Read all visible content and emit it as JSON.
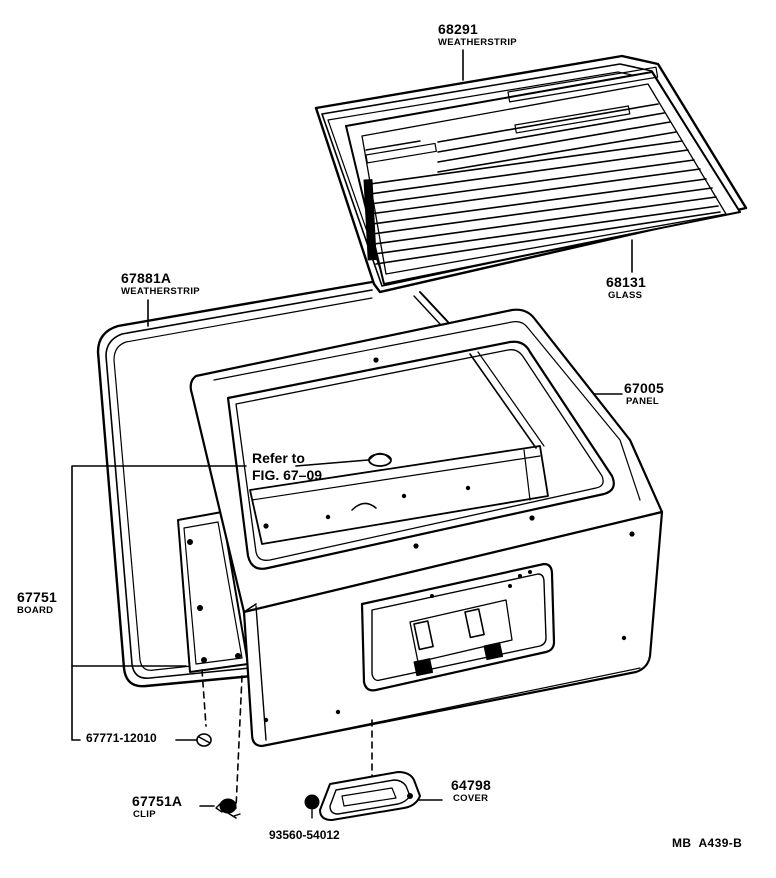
{
  "parts": {
    "weatherstrip_upper": {
      "number": "68291",
      "name": "WEATHERSTRIP"
    },
    "glass": {
      "number": "68131",
      "name": "GLASS"
    },
    "weatherstrip_lower": {
      "number": "67881A",
      "name": "WEATHERSTRIP"
    },
    "panel": {
      "number": "67005",
      "name": "PANEL"
    },
    "board": {
      "number": "67751",
      "name": "BOARD"
    },
    "clip": {
      "number": "67751A",
      "name": "CLIP"
    },
    "cover": {
      "number": "64798",
      "name": "COVER"
    },
    "screw_board": {
      "number": "67771-12010"
    },
    "screw_cover": {
      "number": "93560-54012"
    }
  },
  "reference": {
    "line1": "Refer to",
    "line2": "FIG. 67–09"
  },
  "drawing_code": "MB  A439-B"
}
